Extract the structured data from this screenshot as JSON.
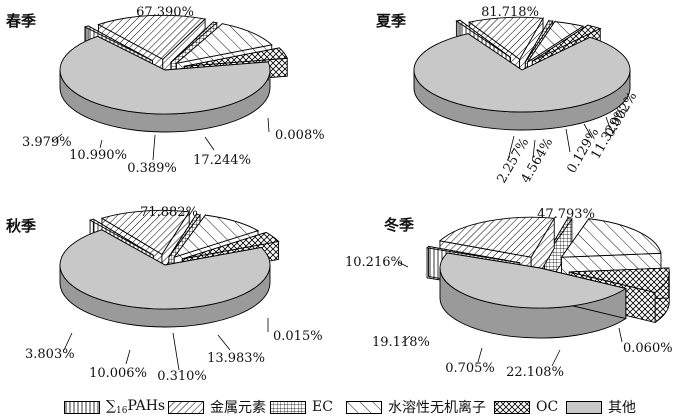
{
  "chart_data": [
    {
      "type": "pie",
      "title": "春季",
      "categories": [
        "∑16PAHs",
        "金属元素",
        "EC",
        "水溶性无机离子",
        "OC",
        "其他"
      ],
      "values": [
        0.008,
        17.244,
        0.389,
        10.99,
        3.979,
        67.39
      ],
      "labels": [
        "0.008%",
        "17.244%",
        "0.389%",
        "10.990%",
        "3.979%",
        "67.390%"
      ]
    },
    {
      "type": "pie",
      "title": "夏季",
      "categories": [
        "∑16PAHs",
        "金属元素",
        "EC",
        "水溶性无机离子",
        "OC",
        "其他"
      ],
      "values": [
        0.002,
        11.329,
        0.129,
        4.564,
        2.257,
        81.718
      ],
      "labels": [
        "0.002%",
        "11.329%",
        "0.129%",
        "4.564%",
        "2.257%",
        "81.718%"
      ]
    },
    {
      "type": "pie",
      "title": "秋季",
      "categories": [
        "∑16PAHs",
        "金属元素",
        "EC",
        "水溶性无机离子",
        "OC",
        "其他"
      ],
      "values": [
        0.015,
        13.983,
        0.31,
        10.006,
        3.803,
        71.882
      ],
      "labels": [
        "0.015%",
        "13.983%",
        "0.310%",
        "10.006%",
        "3.803%",
        "71.882%"
      ]
    },
    {
      "type": "pie",
      "title": "冬季",
      "categories": [
        "∑16PAHs",
        "金属元素",
        "EC",
        "水溶性无机离子",
        "OC",
        "其他"
      ],
      "values": [
        0.06,
        22.108,
        0.705,
        19.118,
        10.216,
        47.793
      ],
      "labels": [
        "0.060%",
        "22.108%",
        "0.705%",
        "19.118%",
        "10.216%",
        "47.793%"
      ]
    }
  ],
  "legend": [
    {
      "key": "pahs",
      "label_prefix": "∑",
      "label_sub": "16",
      "label_main": "PAHs",
      "pattern": "vertical-lines"
    },
    {
      "key": "metal",
      "label": "金属元素",
      "pattern": "diagonal-hatch"
    },
    {
      "key": "ec",
      "label": "EC",
      "pattern": "grid"
    },
    {
      "key": "ion",
      "label": "水溶性无机离子",
      "pattern": "wide-diagonal"
    },
    {
      "key": "oc",
      "label": "OC",
      "pattern": "crosshatch"
    },
    {
      "key": "other",
      "label": "其他",
      "pattern": "gray-fill",
      "color": "#c8c8c8"
    }
  ]
}
